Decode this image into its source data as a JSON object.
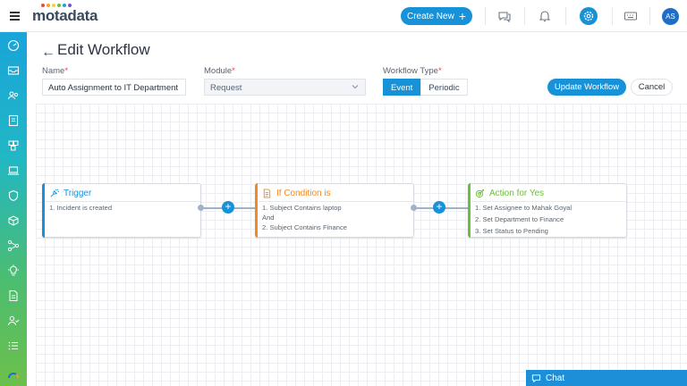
{
  "app": {
    "logo_text": "motadata",
    "create_new_label": "Create New",
    "avatar_initials": "AS"
  },
  "page": {
    "title": "Edit Workflow"
  },
  "form": {
    "name_label": "Name",
    "name_value": "Auto Assignment to IT Department",
    "module_label": "Module",
    "module_value": "Request",
    "workflow_type_label": "Workflow Type",
    "workflow_type_options": [
      "Event",
      "Periodic"
    ],
    "workflow_type_selected": "Event",
    "required_mark": "*"
  },
  "actions": {
    "update_label": "Update Workflow",
    "cancel_label": "Cancel"
  },
  "workflow": {
    "trigger": {
      "title": "Trigger",
      "lines": [
        "1. Incident is created"
      ]
    },
    "condition": {
      "title": "If Condition is",
      "lines": [
        "1. Subject Contains laptop",
        "And",
        "2. Subject Contains Finance"
      ]
    },
    "action": {
      "title": "Action for Yes",
      "lines": [
        "1. Set Assignee to Mahak Goyal",
        "2. Set Department to Finance",
        "3. Set Status to Pending"
      ]
    },
    "add_symbol": "+"
  },
  "chat": {
    "label": "Chat"
  },
  "colors": {
    "primary": "#1791d8",
    "trigger": "#1791d8",
    "condition": "#f08a24",
    "action": "#6cbf3b"
  }
}
